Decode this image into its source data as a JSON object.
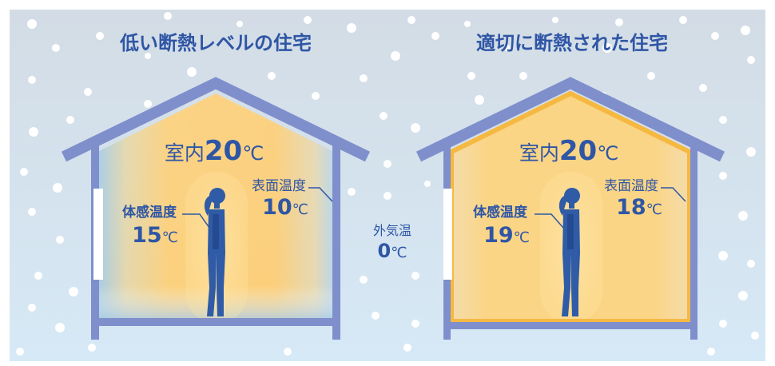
{
  "houses": [
    {
      "title": "低い断熱レベルの住宅",
      "room_label": "室内",
      "room_value": "20",
      "room_unit": "℃",
      "surface_label": "表面温度",
      "surface_value": "10",
      "surface_unit": "℃",
      "felt_label": "体感温度",
      "felt_value": "15",
      "felt_unit": "℃"
    },
    {
      "title": "適切に断熱された住宅",
      "room_label": "室内",
      "room_value": "20",
      "room_unit": "℃",
      "surface_label": "表面温度",
      "surface_value": "18",
      "surface_unit": "℃",
      "felt_label": "体感温度",
      "felt_value": "19",
      "felt_unit": "℃"
    }
  ],
  "outside": {
    "label": "外気温",
    "value": "0",
    "unit": "℃"
  },
  "colors": {
    "wall": "#7f8fcc",
    "insulation": "#f5b942",
    "title_text": "#2f56a5",
    "sky_top": "#d4dde6",
    "sky_bottom": "#d8eaf6",
    "figure": "#2f5ba7"
  }
}
